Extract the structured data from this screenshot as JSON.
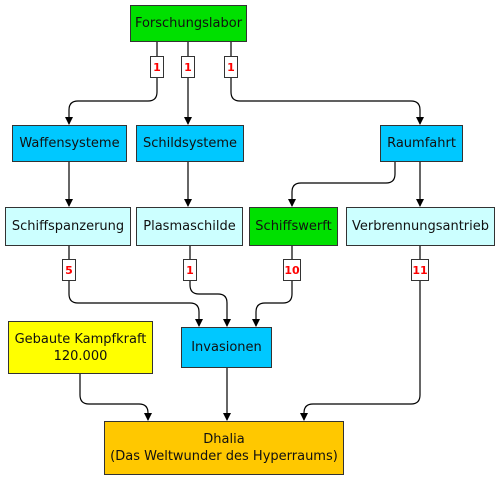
{
  "colors": {
    "root": "#00e000",
    "tech": "#00c8ff",
    "item": "#ccffff",
    "goal": "#ffc800",
    "power": "#ffff00",
    "badge_text": "#ff0000",
    "line": "#000000"
  },
  "nodes": {
    "forschungslabor": "Forschungslabor",
    "waffensysteme": "Waffensysteme",
    "schildsysteme": "Schildsysteme",
    "raumfahrt": "Raumfahrt",
    "schiffspanzerung": "Schiffspanzerung",
    "plasmaschilde": "Plasmaschilde",
    "schiffswerft": "Schiffswerft",
    "verbrennungsantrieb": "Verbrennungsantrieb",
    "invasionen": "Invasionen",
    "kampfkraft_label": "Gebaute Kampfkraft",
    "kampfkraft_value": "120.000",
    "dhalia_title": "Dhalia",
    "dhalia_subtitle": "(Das Weltwunder des Hyperraums)"
  },
  "levels": {
    "lab_to_waffensysteme": "1",
    "lab_to_schildsysteme": "1",
    "lab_to_raumfahrt": "1",
    "schiffspanzerung": "5",
    "plasmaschilde": "1",
    "schiffswerft": "10",
    "verbrennungsantrieb": "11"
  }
}
